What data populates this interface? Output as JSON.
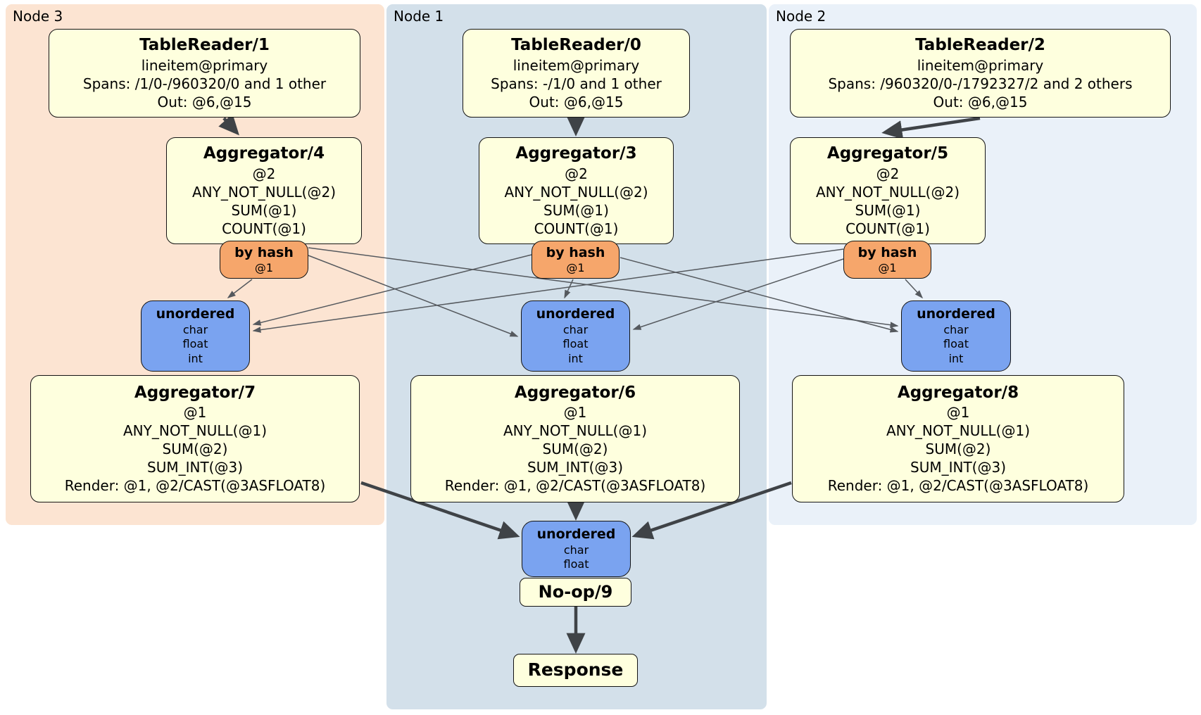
{
  "regions": [
    {
      "label": "Node 3"
    },
    {
      "label": "Node 1"
    },
    {
      "label": "Node 2"
    }
  ],
  "processors": {
    "tr1": {
      "title": "TableReader/1",
      "lines": [
        "lineitem@primary",
        "Spans: /1/0-/960320/0 and 1 other",
        "Out: @6,@15"
      ]
    },
    "tr0": {
      "title": "TableReader/0",
      "lines": [
        "lineitem@primary",
        "Spans: -/1/0 and 1 other",
        "Out: @6,@15"
      ]
    },
    "tr2": {
      "title": "TableReader/2",
      "lines": [
        "lineitem@primary",
        "Spans: /960320/0-/1792327/2 and 2 others",
        "Out: @6,@15"
      ]
    },
    "agg4": {
      "title": "Aggregator/4",
      "lines": [
        "@2",
        "ANY_NOT_NULL(@2)",
        "SUM(@1)",
        "COUNT(@1)"
      ]
    },
    "agg3": {
      "title": "Aggregator/3",
      "lines": [
        "@2",
        "ANY_NOT_NULL(@2)",
        "SUM(@1)",
        "COUNT(@1)"
      ]
    },
    "agg5": {
      "title": "Aggregator/5",
      "lines": [
        "@2",
        "ANY_NOT_NULL(@2)",
        "SUM(@1)",
        "COUNT(@1)"
      ]
    },
    "agg7": {
      "title": "Aggregator/7",
      "lines": [
        "@1",
        "ANY_NOT_NULL(@1)",
        "SUM(@2)",
        "SUM_INT(@3)",
        "Render: @1, @2/CAST(@3ASFLOAT8)"
      ]
    },
    "agg6": {
      "title": "Aggregator/6",
      "lines": [
        "@1",
        "ANY_NOT_NULL(@1)",
        "SUM(@2)",
        "SUM_INT(@3)",
        "Render: @1, @2/CAST(@3ASFLOAT8)"
      ]
    },
    "agg8": {
      "title": "Aggregator/8",
      "lines": [
        "@1",
        "ANY_NOT_NULL(@1)",
        "SUM(@2)",
        "SUM_INT(@3)",
        "Render: @1, @2/CAST(@3ASFLOAT8)"
      ]
    },
    "noop": {
      "title": "No-op/9"
    },
    "response": {
      "title": "Response"
    }
  },
  "routers": {
    "left": {
      "title": "by hash",
      "detail": "@1"
    },
    "middle": {
      "title": "by hash",
      "detail": "@1"
    },
    "right": {
      "title": "by hash",
      "detail": "@1"
    }
  },
  "syncs": {
    "left": {
      "title": "unordered",
      "types": [
        "char",
        "float",
        "int"
      ]
    },
    "middle": {
      "title": "unordered",
      "types": [
        "char",
        "float",
        "int"
      ]
    },
    "right": {
      "title": "unordered",
      "types": [
        "char",
        "float",
        "int"
      ]
    },
    "final": {
      "title": "unordered",
      "types": [
        "char",
        "float"
      ]
    }
  },
  "colors": {
    "node3_bg": "#fce4d2",
    "node1_bg": "#d3e0ea",
    "node2_bg": "#eaf1f9",
    "processor_bg": "#feffde",
    "router_bg": "#f6a66b",
    "sync_bg": "#7aa3f0",
    "edge": "#3f4347",
    "edge_thin": "#55595e"
  }
}
